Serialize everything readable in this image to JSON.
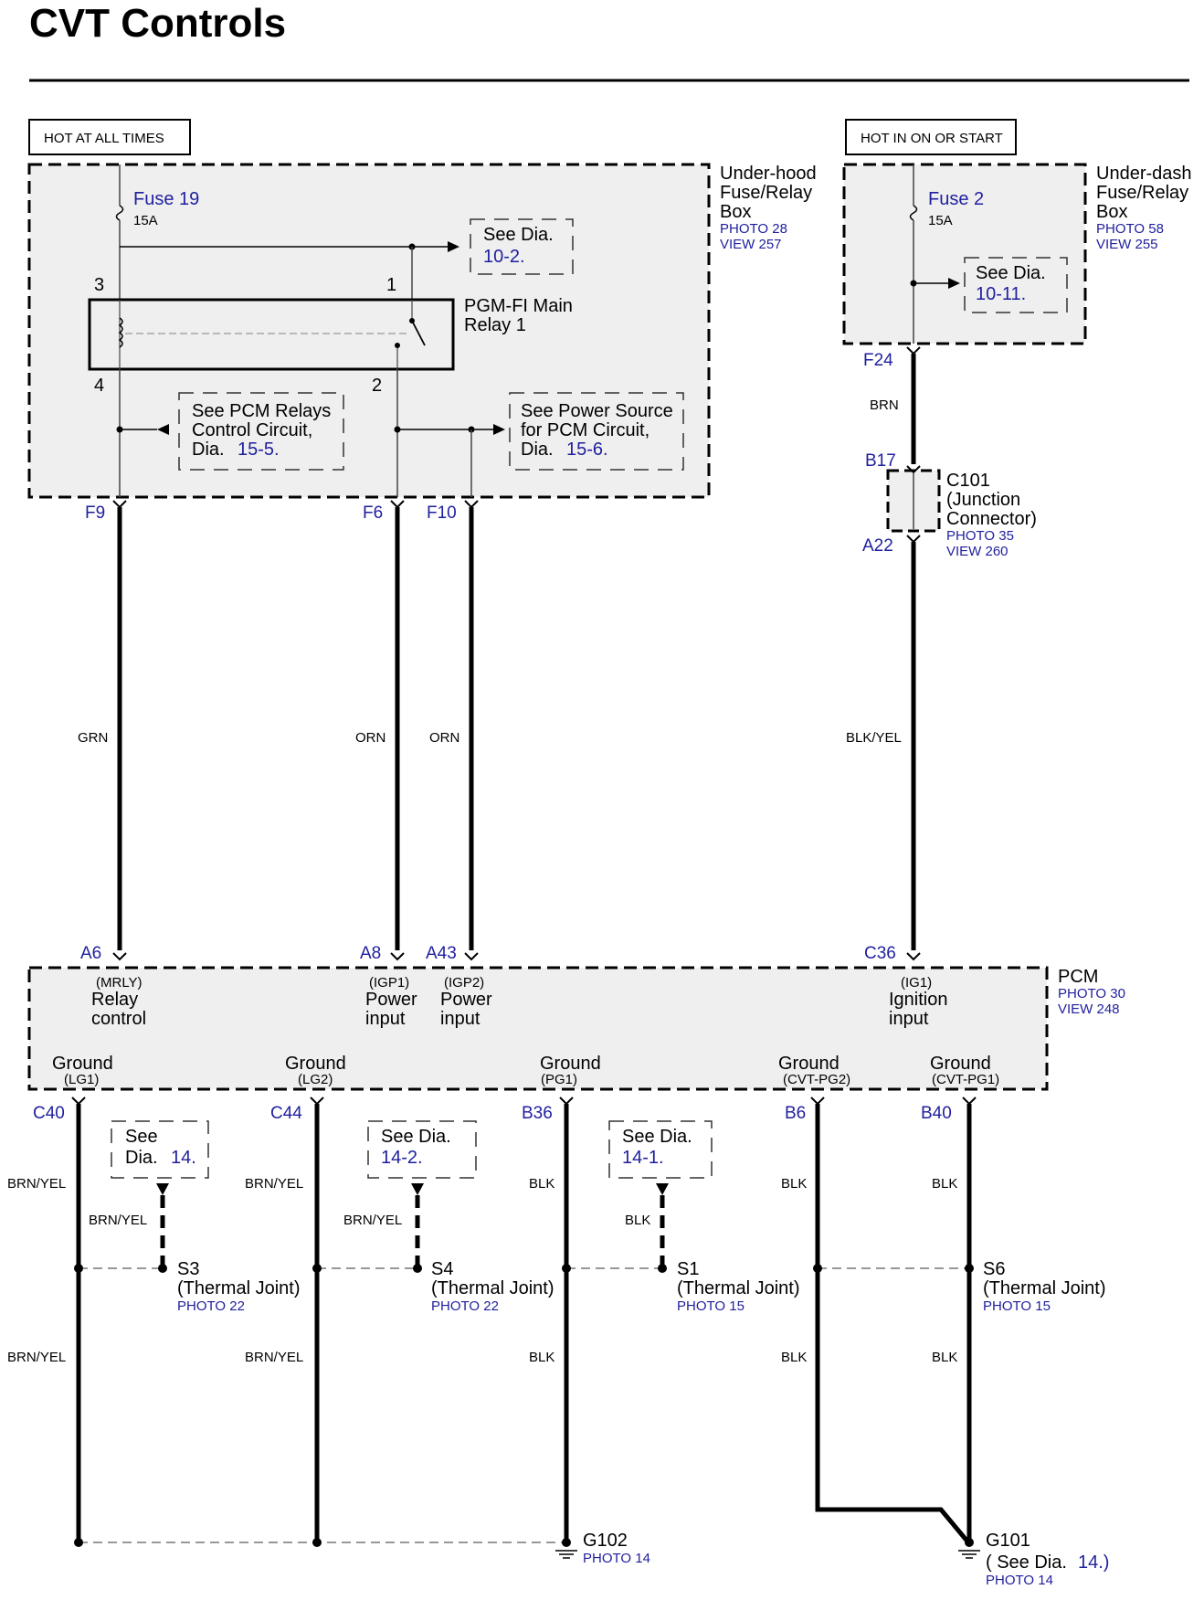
{
  "title": "CVT Controls",
  "hot_labels": {
    "left": "HOT AT ALL TIMES",
    "right": "HOT IN ON OR START"
  },
  "underhood_box": {
    "name_lines": [
      "Under-hood",
      "Fuse/Relay",
      "Box"
    ],
    "photo": "PHOTO 28",
    "view": "VIEW 257",
    "fuse_name": "Fuse 19",
    "fuse_rating": "15A",
    "see_dia_text": "See Dia.",
    "see_dia_ref": "10-2.",
    "relay_lines": [
      "PGM-FI Main",
      "Relay 1"
    ],
    "relay_pins": [
      "3",
      "1",
      "4",
      "2"
    ],
    "pcm_relays_lines": [
      "See PCM Relays",
      "Control Circuit,",
      "Dia."
    ],
    "pcm_relays_ref": "15-5.",
    "power_source_lines": [
      "See Power Source",
      "for PCM Circuit,",
      "Dia."
    ],
    "power_source_ref": "15-6."
  },
  "underdash_box": {
    "name_lines": [
      "Under-dash",
      "Fuse/Relay",
      "Box"
    ],
    "photo": "PHOTO 58",
    "view": "VIEW 255",
    "fuse_name": "Fuse 2",
    "fuse_rating": "15A",
    "see_dia_text": "See Dia.",
    "see_dia_ref": "10-11."
  },
  "c101": {
    "name_lines": [
      "C101",
      "(Junction",
      "Connector)"
    ],
    "photo": "PHOTO 35",
    "view": "VIEW 260",
    "pin_top": "B17",
    "pin_bottom": "A22"
  },
  "box_pins": {
    "f9": "F9",
    "f6": "F6",
    "f10": "F10",
    "f24": "F24"
  },
  "wire_colors": {
    "grn": "GRN",
    "orn1": "ORN",
    "orn2": "ORN",
    "blk_yel": "BLK/YEL",
    "brn": "BRN"
  },
  "pcm": {
    "name": "PCM",
    "photo": "PHOTO 30",
    "view": "VIEW 248",
    "inputs": [
      {
        "pin": "A6",
        "signal": "(MRLY)",
        "lines": [
          "Relay",
          "control"
        ]
      },
      {
        "pin": "A8",
        "signal": "(IGP1)",
        "lines": [
          "Power",
          "input"
        ]
      },
      {
        "pin": "A43",
        "signal": "(IGP2)",
        "lines": [
          "Power",
          "input"
        ]
      },
      {
        "pin": "C36",
        "signal": "(IG1)",
        "lines": [
          "Ignition",
          "input"
        ]
      }
    ],
    "grounds": [
      {
        "pin": "C40",
        "label": "Ground",
        "signal": "(LG1)"
      },
      {
        "pin": "C44",
        "label": "Ground",
        "signal": "(LG2)"
      },
      {
        "pin": "B36",
        "label": "Ground",
        "signal": "(PG1)"
      },
      {
        "pin": "B6",
        "label": "Ground",
        "signal": "(CVT-PG2)"
      },
      {
        "pin": "B40",
        "label": "Ground",
        "signal": "(CVT-PG1)"
      }
    ]
  },
  "ground_refs": [
    {
      "lines": [
        "See",
        "Dia."
      ],
      "ref": "14."
    },
    {
      "lines": [
        "See Dia."
      ],
      "ref": "14-2."
    },
    {
      "lines": [
        "See Dia."
      ],
      "ref": "14-1."
    }
  ],
  "thermal_joints": [
    {
      "name": "S3",
      "desc": "(Thermal Joint)",
      "photo": "PHOTO 22"
    },
    {
      "name": "S4",
      "desc": "(Thermal Joint)",
      "photo": "PHOTO 22"
    },
    {
      "name": "S1",
      "desc": "(Thermal Joint)",
      "photo": "PHOTO 15"
    },
    {
      "name": "S6",
      "desc": "(Thermal Joint)",
      "photo": "PHOTO 15"
    }
  ],
  "ground_wires": {
    "c40_upper": "BRN/YEL",
    "c40_lower": "BRN/YEL",
    "s3_feed": "BRN/YEL",
    "c44_upper": "BRN/YEL",
    "c44_lower": "BRN/YEL",
    "s4_feed": "BRN/YEL",
    "b36_upper": "BLK",
    "b36_lower": "BLK",
    "s1_feed": "BLK",
    "b6_upper": "BLK",
    "b6_lower": "BLK",
    "b40_upper": "BLK",
    "b40_lower": "BLK"
  },
  "grounds": {
    "g102": {
      "name": "G102",
      "photo": "PHOTO 14"
    },
    "g101": {
      "name": "G101",
      "ref_open": "( See Dia.",
      "ref": "14.)",
      "photo": "PHOTO 14"
    }
  }
}
